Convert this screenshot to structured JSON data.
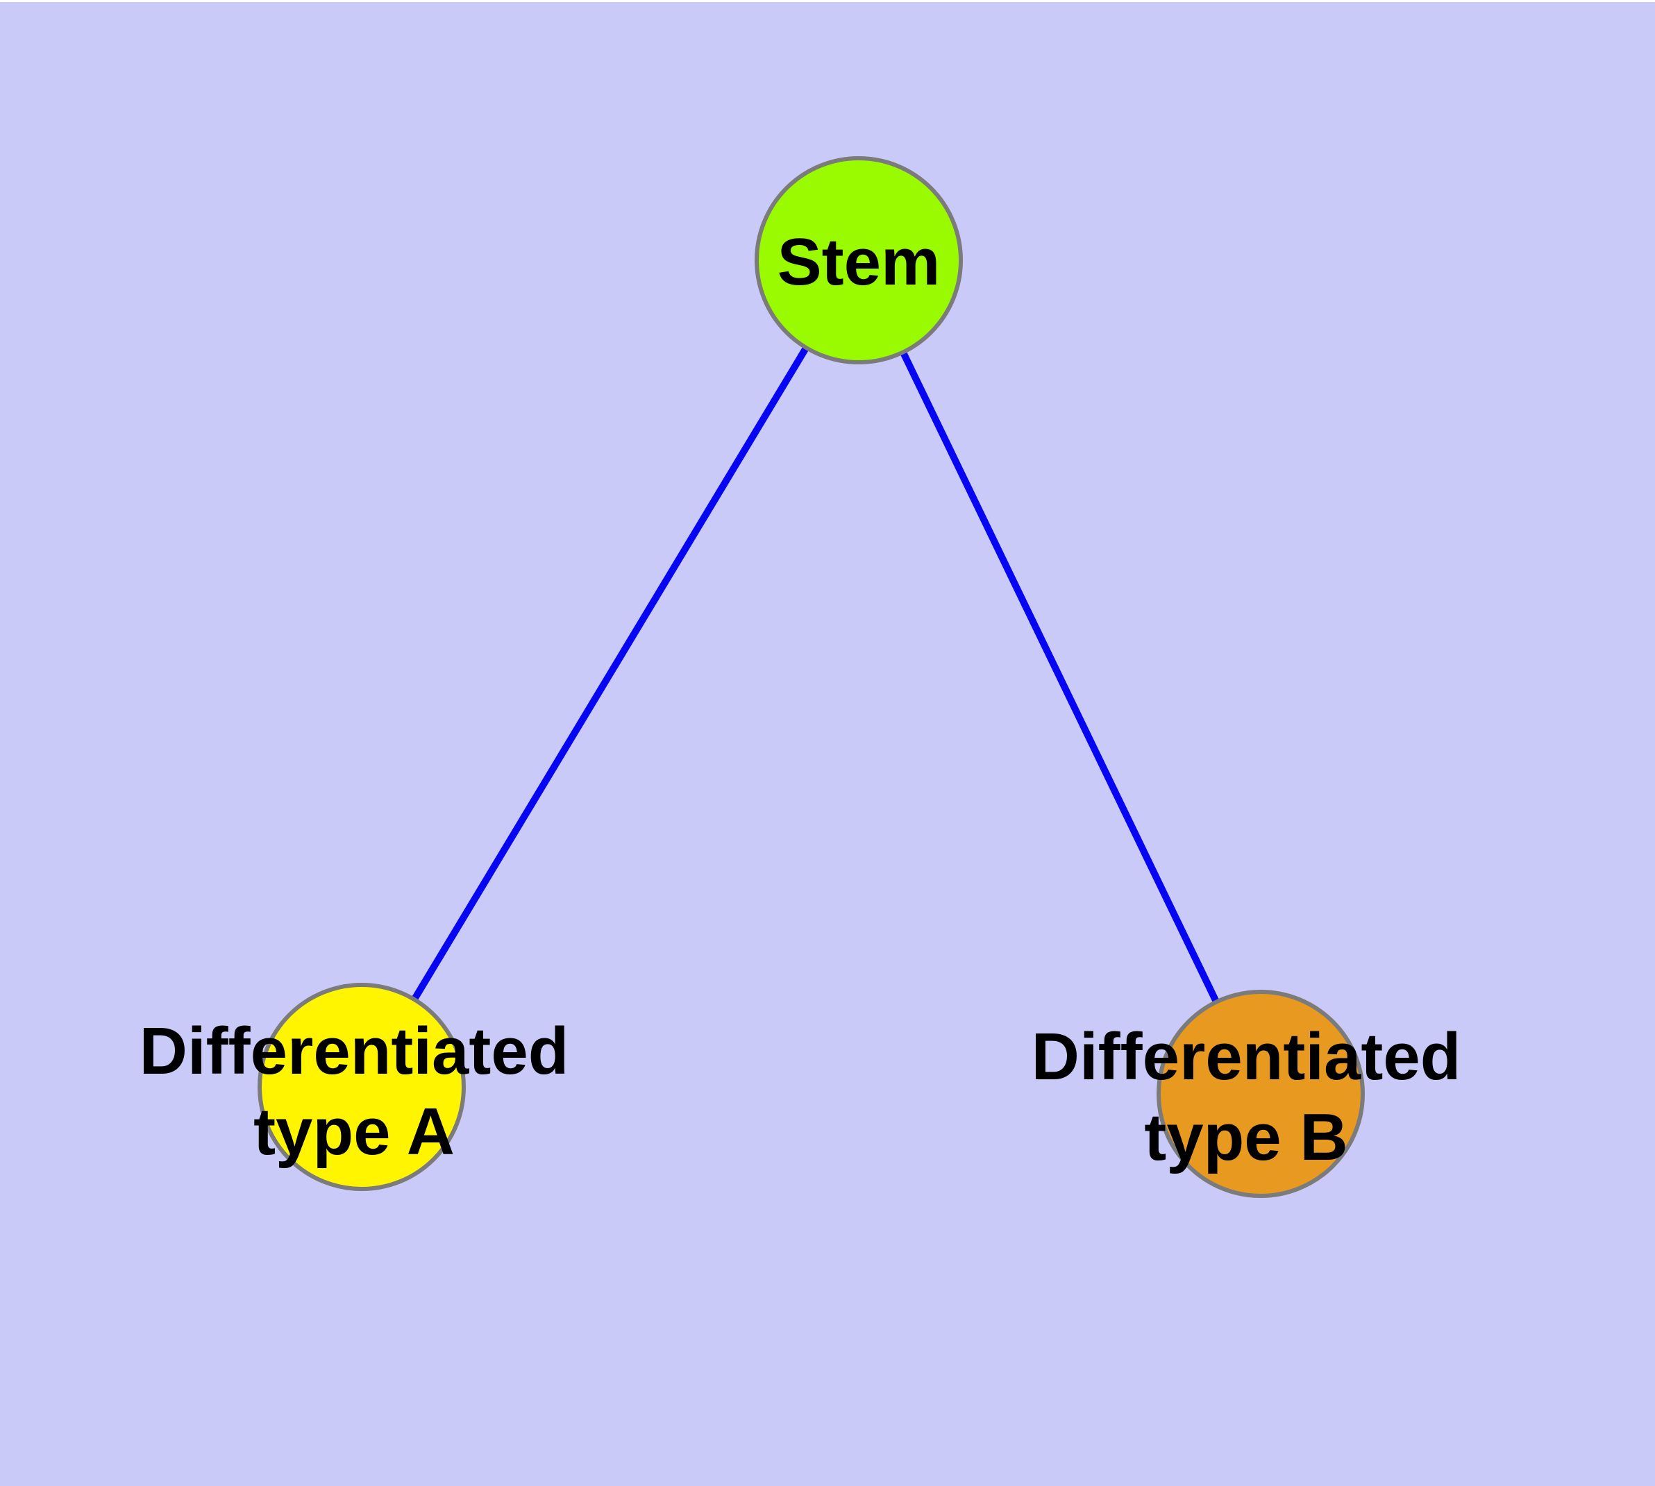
{
  "diagram": {
    "type": "node-link-graph",
    "background_color": "#cacaf8",
    "edge_color": "#0606f2",
    "node_border_color": "#7b7b7b",
    "label_color": "#000000",
    "nodes": [
      {
        "id": "stem",
        "label": "Stem",
        "fill": "#9afa00"
      },
      {
        "id": "differentiated-type-a",
        "label_line1": "Differentiated",
        "label_line2": "type A",
        "fill": "#fff500"
      },
      {
        "id": "differentiated-type-b",
        "label_line1": "Differentiated",
        "label_line2": "type B",
        "fill": "#e89a20"
      }
    ],
    "edges": [
      {
        "from": "stem",
        "to": "differentiated-type-a"
      },
      {
        "from": "stem",
        "to": "differentiated-type-b"
      }
    ]
  }
}
